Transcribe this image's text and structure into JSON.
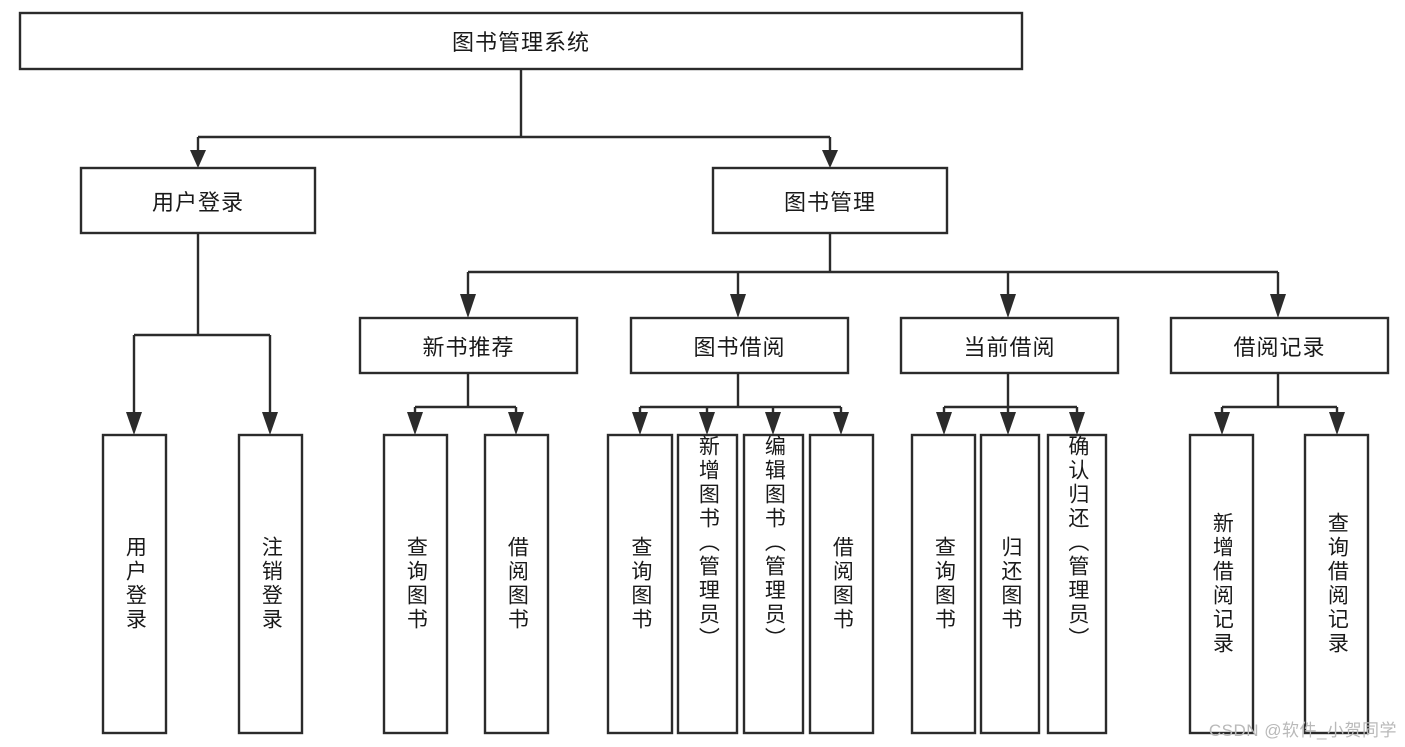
{
  "diagram": {
    "type": "tree-hierarchy",
    "title": "图书管理系统",
    "root": {
      "id": "root",
      "label": "图书管理系统",
      "orientation": "horizontal"
    },
    "level2": [
      {
        "id": "user-login",
        "label": "用户登录",
        "orientation": "horizontal"
      },
      {
        "id": "book-manage",
        "label": "图书管理",
        "orientation": "horizontal"
      }
    ],
    "level3": [
      {
        "id": "new-book-recommend",
        "label": "新书推荐",
        "orientation": "horizontal",
        "parent": "book-manage"
      },
      {
        "id": "book-borrow",
        "label": "图书借阅",
        "orientation": "horizontal",
        "parent": "book-manage"
      },
      {
        "id": "current-borrow",
        "label": "当前借阅",
        "orientation": "horizontal",
        "parent": "book-manage"
      },
      {
        "id": "borrow-record",
        "label": "借阅记录",
        "orientation": "horizontal",
        "parent": "book-manage"
      }
    ],
    "leaves": [
      {
        "id": "leaf-user-login",
        "label": "用户登录",
        "orientation": "vertical",
        "parent": "user-login"
      },
      {
        "id": "leaf-user-logout",
        "label": "注销登录",
        "orientation": "vertical",
        "parent": "user-login"
      },
      {
        "id": "leaf-query-book-1",
        "label": "查询图书",
        "orientation": "vertical",
        "parent": "new-book-recommend"
      },
      {
        "id": "leaf-borrow-book-1",
        "label": "借阅图书",
        "orientation": "vertical",
        "parent": "new-book-recommend"
      },
      {
        "id": "leaf-query-book-2",
        "label": "查询图书",
        "orientation": "vertical",
        "parent": "book-borrow"
      },
      {
        "id": "leaf-add-book",
        "label": "新增图书（管理员）",
        "orientation": "vertical",
        "parent": "book-borrow"
      },
      {
        "id": "leaf-edit-book",
        "label": "编辑图书（管理员）",
        "orientation": "vertical",
        "parent": "book-borrow"
      },
      {
        "id": "leaf-borrow-book-2",
        "label": "借阅图书",
        "orientation": "vertical",
        "parent": "book-borrow"
      },
      {
        "id": "leaf-query-book-3",
        "label": "查询图书",
        "orientation": "vertical",
        "parent": "current-borrow"
      },
      {
        "id": "leaf-return-book",
        "label": "归还图书",
        "orientation": "vertical",
        "parent": "current-borrow"
      },
      {
        "id": "leaf-confirm-return",
        "label": "确认归还（管理员）",
        "orientation": "vertical",
        "parent": "current-borrow"
      },
      {
        "id": "leaf-add-record",
        "label": "新增借阅记录",
        "orientation": "vertical",
        "parent": "borrow-record"
      },
      {
        "id": "leaf-query-record",
        "label": "查询借阅记录",
        "orientation": "vertical",
        "parent": "borrow-record"
      }
    ],
    "colors": {
      "stroke": "#2b2b2b",
      "fill": "#ffffff",
      "text": "#1a1a1a",
      "watermark": "#b9b9b9",
      "background": "#ffffff"
    }
  },
  "watermark": {
    "text": "CSDN @软件_小贺同学"
  }
}
